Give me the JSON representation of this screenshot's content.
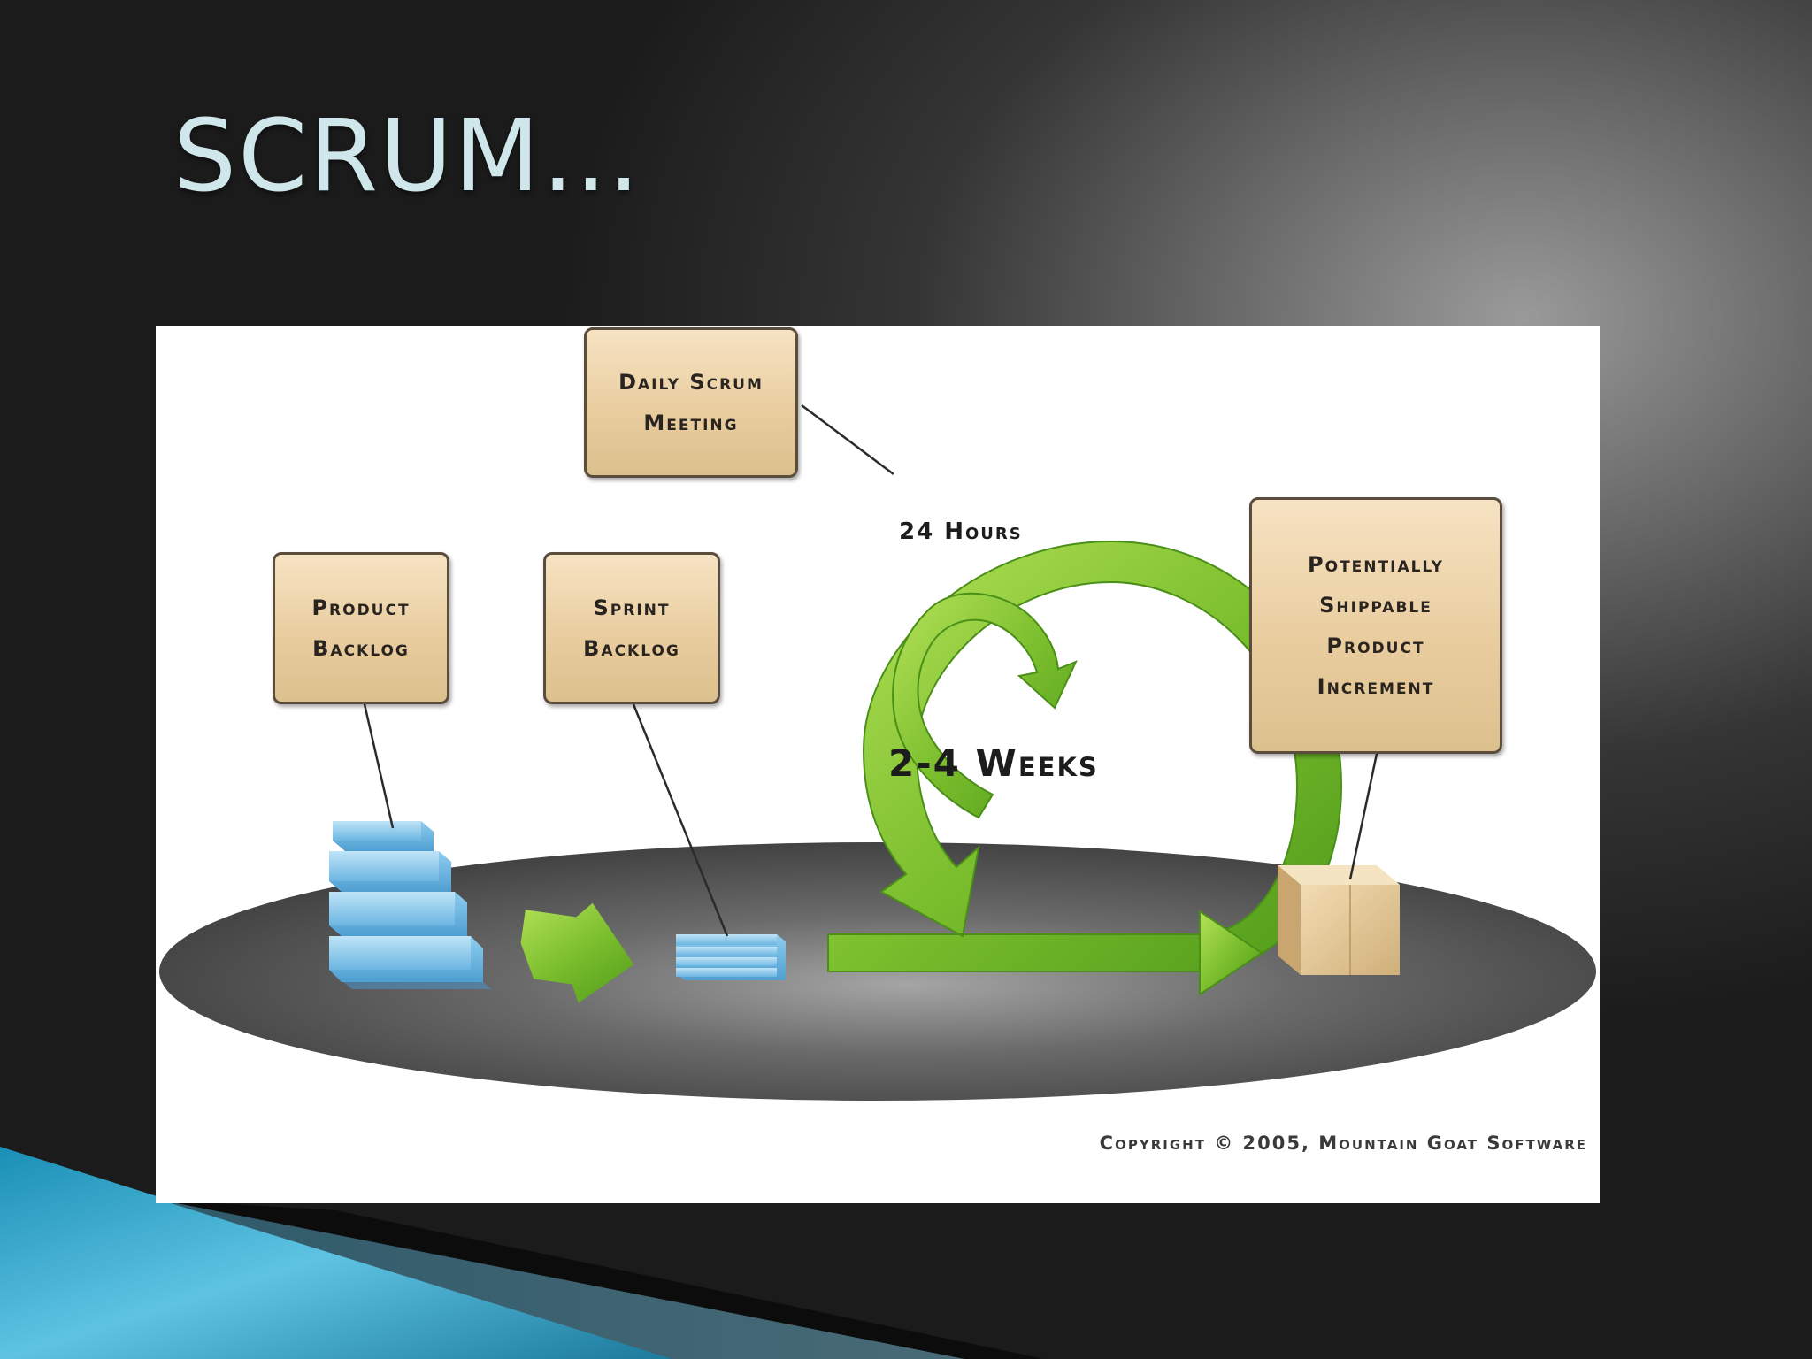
{
  "slide": {
    "title": "SCRUM…"
  },
  "diagram": {
    "boxes": {
      "daily_scrum": "Daily Scrum\nMeeting",
      "product_backlog": "Product\nBacklog",
      "sprint_backlog": "Sprint\nBacklog",
      "increment": "Potentially\nShippable\nProduct\nIncrement"
    },
    "cycle_labels": {
      "daily": "24 Hours",
      "sprint": "2-4 Weeks"
    },
    "copyright": "Copyright © 2005, Mountain Goat Software"
  },
  "colors": {
    "arrow_green": "#7cbf2e",
    "backlog_blue": "#7fc3ea",
    "box_tan": "#e9cd9f",
    "title_color": "#cfe6ea"
  }
}
